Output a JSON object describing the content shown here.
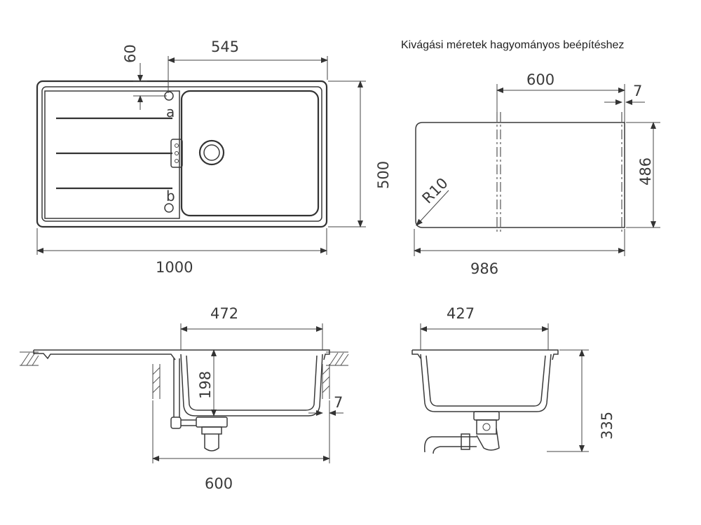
{
  "title": "Kivágási méretek hagyományos beépítéshez",
  "top_view": {
    "width": "1000",
    "depth": "500",
    "bowl_offset": "545",
    "hole_offset": "60",
    "hole_a": "a",
    "hole_b": "b"
  },
  "cutout": {
    "width": "986",
    "depth": "486",
    "inner": "600",
    "margin": "7",
    "radius": "R10"
  },
  "section_long": {
    "bowl_width": "472",
    "bowl_depth": "198",
    "cabinet": "600",
    "wall": "7"
  },
  "section_cross": {
    "bowl_width": "427",
    "height": "335"
  }
}
